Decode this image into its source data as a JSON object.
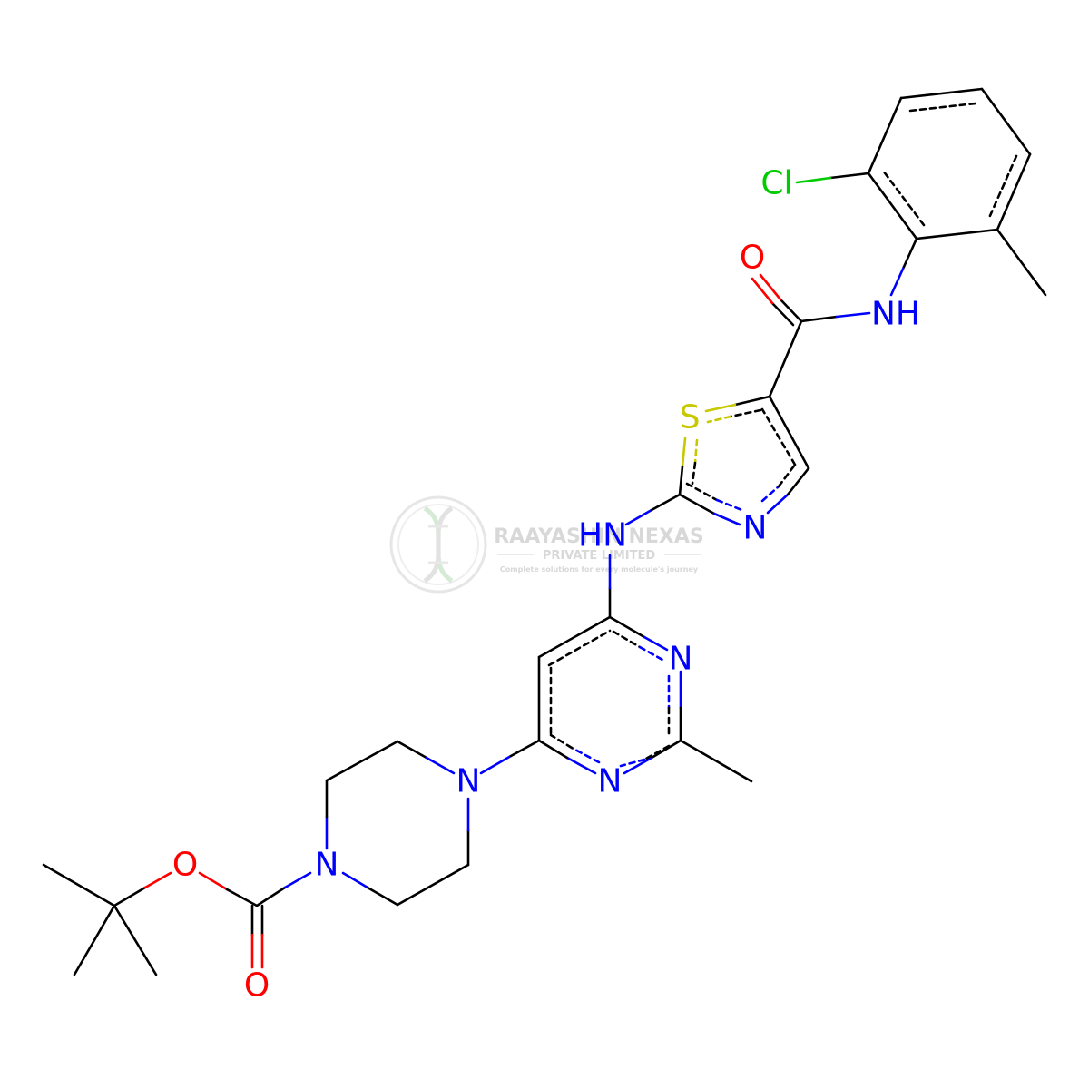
{
  "colors": {
    "carbon": "#000000",
    "nitrogen": "#0000ff",
    "oxygen": "#ff0000",
    "sulfur": "#c8c800",
    "chlorine": "#00cc00",
    "watermark": "#d2d2d2"
  },
  "watermark": {
    "brand": "RAAYASHIN NEXAS",
    "line2": "PRIVATE LIMITED",
    "tagline": "Complete solutions for every molecule's journey",
    "icon": "dna-helix-logo"
  },
  "atoms": {
    "O_boc_ester": "O",
    "O_boc_carbonyl": "O",
    "N_pip_boc": "N",
    "N_pip_aryl": "N",
    "N_pyr_bottom": "N",
    "N_pyr_top": "N",
    "NH_linker": "HN",
    "N_thiazole": "N",
    "S_thiazole": "S",
    "O_amide": "O",
    "NH_amide": "NH",
    "Cl": "Cl"
  }
}
